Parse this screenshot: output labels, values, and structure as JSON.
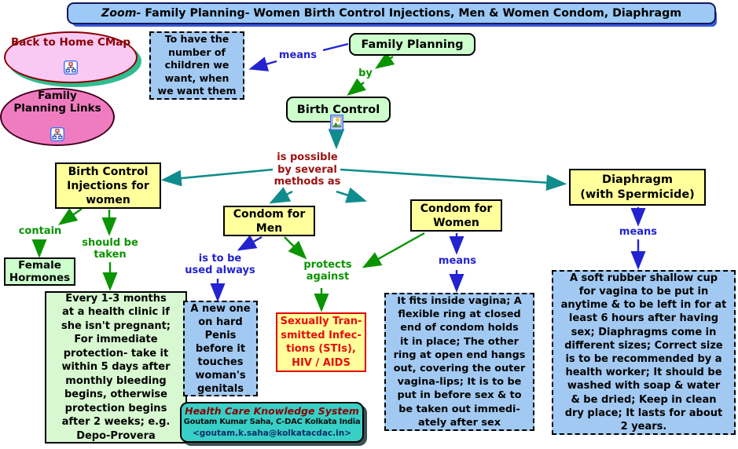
{
  "title": {
    "prefix": "Zoom-",
    "rest": " Family Planning- Women Birth Control Injections, Men & Women Condom, Diaphragm"
  },
  "ovals": {
    "back_home": "Back to Home CMap",
    "fp_links": "Family\nPlanning Links"
  },
  "concepts": {
    "family_planning": "Family Planning",
    "birth_control": "Birth Control",
    "injections": "Birth Control\nInjections for\nwomen",
    "condom_men": "Condom for\nMen",
    "condom_women": "Condom for\nWomen",
    "diaphragm": "Diaphragm\n(with Spermicide)",
    "female_hormones": "Female\nHormones",
    "sti": "Sexually Tran-\nsmitted Infec-\ntions (STIs),\nHIV / AIDS"
  },
  "links": {
    "means_top": "means",
    "by": "by",
    "hub": "is possible\nby several\nmethods as",
    "contain": "contain",
    "should_be_taken": "should be\ntaken",
    "used_always": "is to be\nused always",
    "protects": "protects\nagainst",
    "means_women": "means",
    "means_diaphragm": "means"
  },
  "annotations": {
    "to_have": "To have the\nnumber of\nchildren we\nwant, when\nwe want them",
    "injections_detail": "Every 1-3 months\nat a health clinic if\nshe isn't pregnant;\nFor immediate\nprotection- take it\nwithin 5 days after\nmonthly bleeding\nbegins, otherwise\nprotection begins\nafter 2 weeks; e.g.\nDepo-Provera",
    "new_one": "A new one\non hard\nPenis\nbefore it\ntouches\nwoman's\ngenitals",
    "condom_women_detail": "It fits inside vagina; A\nflexible ring at closed\nend of condom holds\nit in place; The other\nring at open end hangs\nout, covering the outer\nvagina-lips; It is to be\nput in before sex & to\nbe taken out immedi-\nately after sex",
    "diaphragm_detail": "A soft rubber shallow cup\nfor vagina to be put in\nanytime & to be left in for at\nleast 6 hours after having\nsex; Diaphragms come in\ndifferent sizes; Correct size\nis to be recommended by a\nhealth worker; It should be\nwashed with soap & water\n& be dried; Keep in clean\ndry place; It lasts for about\n2 years."
  },
  "credit": {
    "title": "Health Care Knowledge System",
    "author": "Goutam Kumar Saha, C-DAC Kolkata India",
    "email": "<goutam.k.saha@kolkatacdac.in>"
  },
  "icons": {
    "back_home": "cmap-link-icon",
    "fp_links": "cmap-link-icon",
    "birth_control": "image-resource-icon"
  },
  "colors": {
    "title_bar_bg": "#9cc9f5",
    "concept_yellow": "#ffff9c",
    "concept_green": "#ccffcc",
    "annotation_blue": "#a2c9f1",
    "annotation_green": "#d7f8d0",
    "oval_light_pink": "#f9c9f3",
    "oval_pink": "#f07cc0",
    "credit_teal": "#38cfc6",
    "arrow_blue": "#2323cf",
    "arrow_green": "#0a9400",
    "arrow_teal": "#108c8c",
    "hub_text_red": "#9b1111",
    "sti_text_red": "#e80d0d",
    "oval_text_red": "#8b0000"
  }
}
